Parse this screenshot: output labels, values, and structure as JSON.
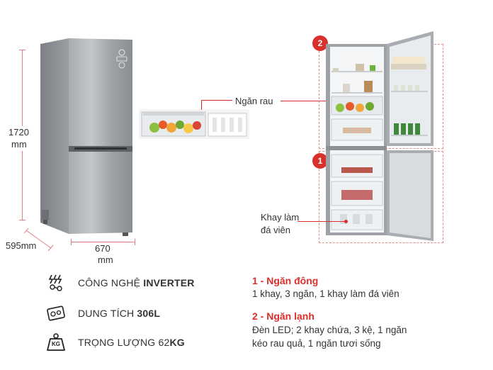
{
  "dimensions": {
    "height_value": "1720",
    "height_unit": "mm",
    "depth": "595mm",
    "width_value": "670",
    "width_unit": "mm"
  },
  "callouts": {
    "vegetable_drawer": "Ngăn rau",
    "ice_tray_line1": "Khay làm",
    "ice_tray_line2": "đá viên"
  },
  "badges": {
    "fridge": "2",
    "freezer": "1"
  },
  "specs": [
    {
      "icon": "inverter-icon",
      "prefix": "CÔNG NGHỆ ",
      "bold": "INVERTER",
      "suffix": ""
    },
    {
      "icon": "capacity-icon",
      "prefix": "DUNG TÍCH ",
      "bold": "306L",
      "suffix": ""
    },
    {
      "icon": "weight-icon",
      "prefix": "TRỌNG LƯỢNG 62",
      "bold": "KG",
      "suffix": ""
    }
  ],
  "weight_icon_label": "KG",
  "zones": [
    {
      "title": "1 - Ngăn đông",
      "desc_lines": [
        "1 khay, 3 ngăn, 1 khay làm đá viên"
      ]
    },
    {
      "title": "2 - Ngăn lạnh",
      "desc_lines": [
        "Đèn LED; 2 khay chứa, 3 kệ, 1 ngăn",
        "kéo rau quả, 1 ngăn tươi sống"
      ]
    }
  ],
  "colors": {
    "accent_red": "#d9302c",
    "steel": "#8c8f94",
    "dim_line": "#e3807f"
  }
}
